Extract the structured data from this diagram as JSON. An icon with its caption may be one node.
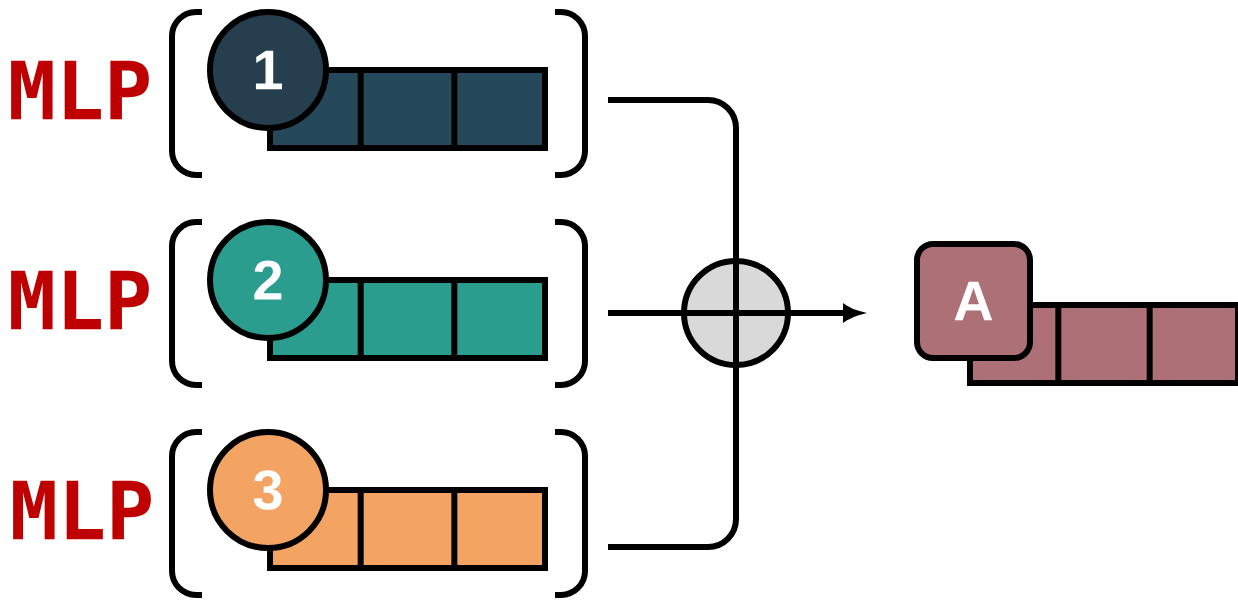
{
  "diagram": {
    "nodes": [
      {
        "text": [],
        "shape": "bracket"
      },
      {
        "text": [
          "1"
        ],
        "in": 0
      },
      {
        "text": [],
        "shape": "bar",
        "in": 0
      },
      {
        "text": [],
        "shape": "bracket"
      },
      {
        "text": [
          "2"
        ],
        "in": 3
      },
      {
        "text": [],
        "shape": "bar",
        "in": 3
      },
      {
        "text": [],
        "shape": "bracket"
      },
      {
        "text": [
          "3"
        ],
        "in": 6
      },
      {
        "text": [],
        "shape": "bar",
        "in": 6
      },
      {
        "text": [],
        "shape": "circle"
      },
      {
        "text": [
          "A"
        ]
      },
      {
        "text": [],
        "shape": "bar"
      }
    ],
    "edges": [
      {
        "from": 0,
        "to": 9,
        "arrow": "none"
      },
      {
        "from": 3,
        "to": 9,
        "arrow": "none"
      },
      {
        "from": 6,
        "to": 9,
        "arrow": "none"
      },
      {
        "from": 9,
        "to": 10,
        "arrow": "to"
      }
    ],
    "labels": [
      "MLP",
      "MLP",
      "MLP"
    ]
  }
}
